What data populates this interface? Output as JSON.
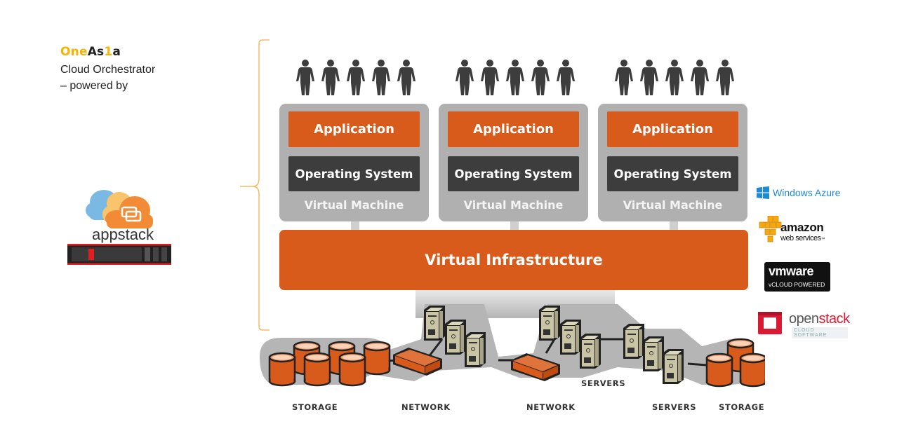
{
  "left_panel": {
    "brand": {
      "part1": "One",
      "part2": "As",
      "part3": "1",
      "part4": "a"
    },
    "line1": "Cloud Orchestrator",
    "line2": "– powered by",
    "product_logo": "appstack"
  },
  "colors": {
    "accent_orange": "#d85b1c",
    "dark_gray": "#3d3d3d",
    "vm_gray": "#b0b0b0",
    "brand_yellow": "#f5b400",
    "bracket": "#f7b862"
  },
  "diagram": {
    "vms": [
      {
        "app": "Application",
        "os": "Operating System",
        "label": "Virtual Machine",
        "users": 5
      },
      {
        "app": "Application",
        "os": "Operating System",
        "label": "Virtual Machine",
        "users": 5
      },
      {
        "app": "Application",
        "os": "Operating System",
        "label": "Virtual Machine",
        "users": 5
      }
    ],
    "virtual_infrastructure": "Virtual Infrastructure",
    "hardware_labels": {
      "storage_left": "STORAGE",
      "network_left": "NETWORK",
      "network_mid": "NETWORK",
      "servers_mid": "SERVERS",
      "servers_right": "SERVERS",
      "storage_right": "STORAGE"
    }
  },
  "providers": [
    {
      "name": "Windows Azure",
      "icon": "windows-icon"
    },
    {
      "name": "amazon",
      "sub": "web services",
      "tm": "™",
      "icon": "aws-cubes-icon"
    },
    {
      "name": "vmware",
      "sub": "vCLOUD POWERED",
      "icon": "vmware-icon"
    },
    {
      "name": "openstack",
      "name_a": "open",
      "name_b": "stack",
      "sub": "CLOUD SOFTWARE",
      "icon": "openstack-icon"
    }
  ]
}
